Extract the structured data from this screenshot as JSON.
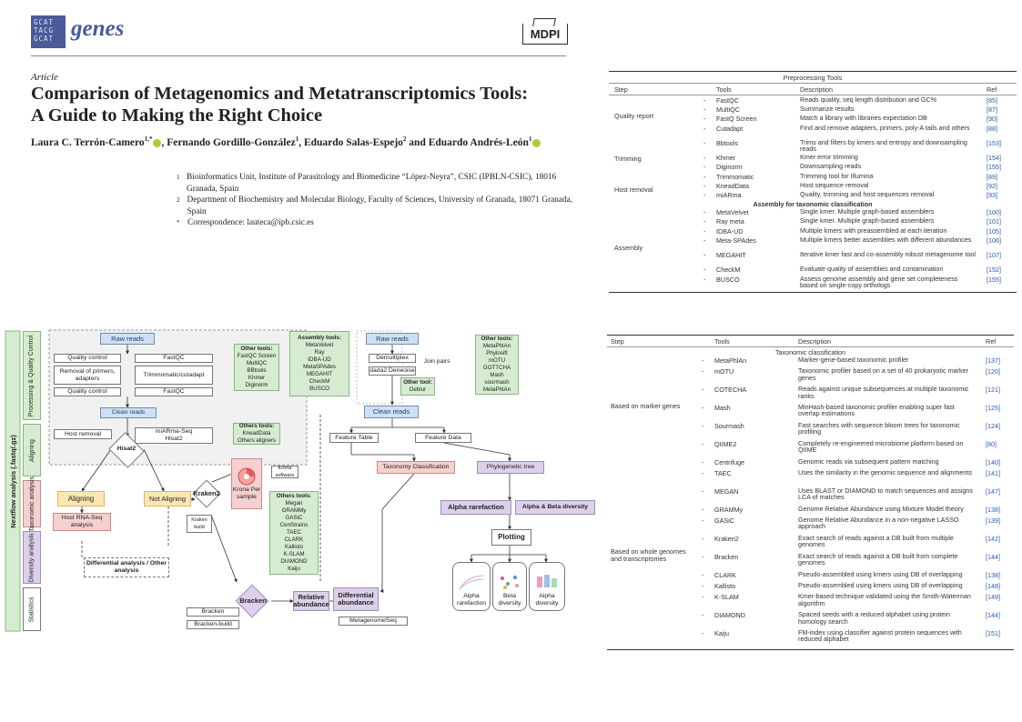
{
  "header": {
    "logo_lines": [
      "GCAT",
      "TACG",
      "GCAT"
    ],
    "journal": "genes",
    "publisher": "MDPI"
  },
  "article": {
    "type": "Article",
    "title_line1": "Comparison of Metagenomics and Metatranscriptomics Tools:",
    "title_line2": "A Guide to Making the Right Choice",
    "authors": [
      {
        "name": "Laura C. Terrón-Camero",
        "sup": "1,*"
      },
      {
        "name": "Fernando Gordillo-González",
        "sup": "1"
      },
      {
        "name": "Eduardo Salas-Espejo",
        "sup": "2"
      },
      {
        "name": "and Eduardo Andrés-León",
        "sup": "1"
      }
    ],
    "affiliations": [
      {
        "mark": "1",
        "text": "Bioinformatics Unit, Institute of Parasitology and Biomedicine “López-Neyra”, CSIC (IPBLN-CSIC), 18016 Granada, Spain"
      },
      {
        "mark": "2",
        "text": "Department of Biochemistry and Molecular Biology, Faculty of Sciences, University of Granada, 18071 Granada, Spain"
      },
      {
        "mark": "*",
        "text": "Correspondence: lauteca@ipb.csic.es"
      }
    ]
  },
  "table1": {
    "title": "Preprocessing Tools",
    "headers": [
      "Step",
      "Tools",
      "Description",
      "Ref"
    ],
    "groups": [
      {
        "step": "Quality report",
        "rows": [
          {
            "tool": "FastQC",
            "desc": "Reads quality, seq length distribution and GC%",
            "ref": "[85]"
          },
          {
            "tool": "MultiQC",
            "desc": "Summarize results",
            "ref": "[87]"
          },
          {
            "tool": "FastQ Screen",
            "desc": "Match a library with libraries expectation DB",
            "ref": "[90]"
          },
          {
            "tool": "Cutadapt",
            "desc": "Find and remove adapters, primers, poly-A tails and others",
            "ref": "[88]"
          }
        ]
      },
      {
        "step": "Trimming",
        "rows": [
          {
            "tool": "Bbtools",
            "desc": "Trims and filters by kmers and entropy and downsampling reads",
            "ref": "[153]"
          },
          {
            "tool": "Khmer",
            "desc": "Kmer error trimming",
            "ref": "[154]"
          },
          {
            "tool": "Diginorm",
            "desc": "Downsampling reads",
            "ref": "[155]"
          },
          {
            "tool": "Trimmomatic",
            "desc": "Trimming tool for Illumina",
            "ref": "[89]"
          }
        ]
      },
      {
        "step": "Host removal",
        "rows": [
          {
            "tool": "KneadData",
            "desc": "Host sequence removal",
            "ref": "[92]"
          },
          {
            "tool": "miARma",
            "desc": "Quality, trimming and host sequences removal",
            "ref": "[93]"
          }
        ]
      },
      {
        "subtitle": "Assembly for taxonomic classification"
      },
      {
        "step": "Assembly",
        "rows": [
          {
            "tool": "MetaVelvet",
            "desc": "Single kmer. Multiple graph-based assemblers",
            "ref": "[100]"
          },
          {
            "tool": "Ray meta",
            "desc": "Single kmer. Multiple graph-based assemblers",
            "ref": "[101]"
          },
          {
            "tool": "IDBA-UD",
            "desc": "Multiple kmers with preassembled at each iteration",
            "ref": "[105]"
          },
          {
            "tool": "Meta-SPAdes",
            "desc": "Multiple kmers better assemblies with different abundances",
            "ref": "[106]"
          },
          {
            "tool": "MEGAHIT",
            "desc": "Iterative kmer fast and co-assembly robust metagenome tool",
            "ref": "[107]"
          },
          {
            "tool": "CheckM",
            "desc": "Evaluate quality of assemblies and contamination",
            "ref": "[152]"
          },
          {
            "tool": "BUSCO",
            "desc": "Assess genome assembly and gene set completeness based on single-copy orthologs",
            "ref": "[155]"
          }
        ]
      }
    ]
  },
  "table2": {
    "headers": [
      "Step",
      "Tools",
      "Description",
      "Ref"
    ],
    "subtitle": "Taxonomic classification",
    "groups": [
      {
        "step": "Based on marker genes",
        "rows": [
          {
            "tool": "MetaPhlAn",
            "desc": "Marker-gene-based taxonomic profiler",
            "ref": "[137]"
          },
          {
            "tool": "mOTU",
            "desc": "Taxonomic profiler based on a set of 40 prokaryotic marker genes",
            "ref": "[120]"
          },
          {
            "tool": "COTECHA",
            "desc": "Reads against unique subsequences at multiple taxonomic ranks",
            "ref": "[121]"
          },
          {
            "tool": "Mash",
            "desc": "MinHash-based taxonomic profiler enabling super fast overlap estimations",
            "ref": "[125]"
          },
          {
            "tool": "Sourmash",
            "desc": "Fast searches with sequence bloom trees for taxonomic profiling",
            "ref": "[124]"
          },
          {
            "tool": "QIIME2",
            "desc": "Completely re-engineered microbiome platform based on QIIME",
            "ref": "[80]"
          }
        ]
      },
      {
        "step": "Based on whole genomes and transcriptomes",
        "rows": [
          {
            "tool": "Centrifuge",
            "desc": "Genomic reads via subsequent pattern matching",
            "ref": "[140]"
          },
          {
            "tool": "TAEC",
            "desc": "Uses the similarity in the genomic sequence and alignments",
            "ref": "[141]"
          },
          {
            "tool": "MEGAN",
            "desc": "Uses BLAST or DIAMOND to match sequences and assigns LCA of matches",
            "ref": "[147]"
          },
          {
            "tool": "GRAMMy",
            "desc": "Genome Relative Abundance using Mixture Model theory",
            "ref": "[138]"
          },
          {
            "tool": "GASiC",
            "desc": "Genome Relative Abundance in a non-negative LASSO approach",
            "ref": "[139]"
          },
          {
            "tool": "Kraken2",
            "desc": "Exact search of reads against a DB built from multiple genomes",
            "ref": "[142]"
          },
          {
            "tool": "Bracken",
            "desc": "Exact search of reads against a DB built from complete genomes",
            "ref": "[144]"
          },
          {
            "tool": "CLARK",
            "desc": "Pseudo-assembled using kmers using DB of overlapping",
            "ref": "[138]"
          },
          {
            "tool": "Kallisto",
            "desc": "Pseudo-assembled using kmers using DB of overlapping",
            "ref": "[148]"
          },
          {
            "tool": "K-SLAM",
            "desc": "Kmer-based technique validated using the Smith-Waterman algorithm",
            "ref": "[149]"
          },
          {
            "tool": "DIAMOND",
            "desc": "Spaced seeds with a reduced alphabet using protein homology search",
            "ref": "[144]"
          },
          {
            "tool": "Kaiju",
            "desc": "FM-index using classifier against protein sequences with reduced alphabet",
            "ref": "[151]"
          }
        ]
      }
    ]
  },
  "flow": {
    "side_main": "Nextflow analysis (.fastq/.gz)",
    "sides": [
      "Processing & Quality Control",
      "Aligning",
      "Taxonomic analysis",
      "Diversity analysis",
      "Statistics"
    ],
    "raw_reads": "Raw reads",
    "qc1": "Quality control",
    "removal": "Removal of primers, adapters",
    "qc2": "Quality control",
    "fastqc1": "FastQC",
    "trimm": "Trimmomatic/cutadapt",
    "fastqc2": "FastQC",
    "clean_reads": "Clean reads",
    "other_tools_1_title": "Other tools:",
    "other_tools_1": "FastQC Screen\nMultiQC\nBBtools\nKhmer\nDiginorm",
    "assembly_title": "Assembly tools:",
    "assembly": "MetaVelvet\nRay\nIDBA-UD\nMetaSPAdes\nMEGAHIT\nCheckM\nBUSCO",
    "host_removal": "Host removal",
    "miarma": "miARma-Seq\nHisat2",
    "other_tools_2_title": "Others tools:",
    "other_tools_2": "KneadData\nOthers aligners",
    "hisat2": "Hisat2",
    "aligning": "Aligning",
    "not_aligning": "Not Aligning",
    "host_rnaseq": "Host RNA-Seq analysis",
    "kraken2": "Kraken2",
    "kraken_build": "Kraken build",
    "krona": "Krona Per sample",
    "krona_software": "Krona software",
    "other_tools_3_title": "Others tools:",
    "other_tools_3": "Megan\nGRAMMy\nGASiC\nCenStrains\nTAEC\nCLARK\nKallisto\nK-SLAM\nDIAMOND\nKaiju",
    "diff_other": "Differential analysis / Other analysis",
    "bracken": "Bracken",
    "bracken_list": "Bracken",
    "bracken_build": "Bracken-build",
    "relative_abundance": "Relative abundance",
    "differential_abundance": "Differential abundance",
    "metagenomeseq": "MetagenomeSeq",
    "raw_reads_2": "Raw reads",
    "demultiplex": "Demultiplex",
    "join_pairs": "Join pairs",
    "dada2": "dada2 Deneoise",
    "other_tool_title": "Other tool:",
    "other_tool": "Deblur",
    "other_tools_4_title": "Other tools:",
    "other_tools_4": "MetaPhlAn\nPhylosift\nmOTU\nGOTTCHA\nMash\nsourmash\nMetaPhlAn",
    "clean_reads_2": "Clean reads",
    "feature_table": "Feature Table",
    "feature_data": "Feature Data",
    "taxonomy": "Taxonomy Classification",
    "phylo_tree": "Phylogenetic tree",
    "alpha_rarefaction": "Alpha rarefaction",
    "alpha_beta": "Alpha & Beta diversity",
    "plotting": "Plotting",
    "plot1": "Alpha rarefaction",
    "plot2": "Beta diversity",
    "plot3": "Alpha diversity"
  }
}
